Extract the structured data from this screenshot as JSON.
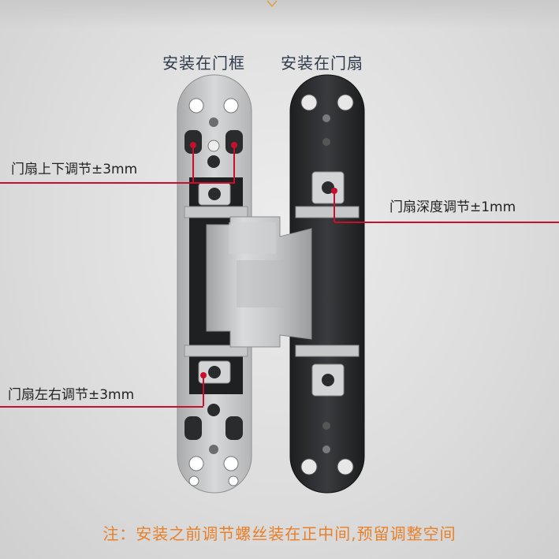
{
  "labels": {
    "frame": "安装在门框",
    "leaf": "安装在门扇"
  },
  "callouts": {
    "vertical": "门扇上下调节±3mm",
    "depth": "门扇深度调节±1mm",
    "lateral": "门扇左右调节±3mm"
  },
  "note": "注：安装之前调节螺丝装在正中间,预留调整空间",
  "colors": {
    "callout_line": "#c8102e",
    "note_text": "#e8802a",
    "silver_plate": "#c9cbcc",
    "black_plate": "#2a2b2d"
  }
}
